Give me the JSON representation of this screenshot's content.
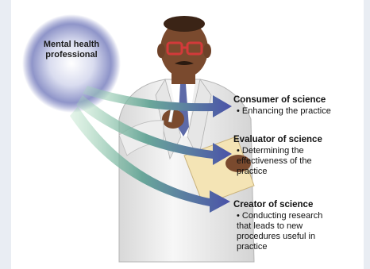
{
  "source_label": "Mental health professional",
  "roles": [
    {
      "title": "Consumer of science",
      "bullet": "Enhancing the practice"
    },
    {
      "title": "Evaluator of science",
      "bullet": "Determining the effectiveness of the practice"
    },
    {
      "title": "Creator of science",
      "bullet": "Conducting research that leads to new procedures useful in practice"
    }
  ],
  "colors": {
    "arrow": "#4a52a8",
    "arrow_tail": "#8ec9a6",
    "bubble_center": "#ffffff",
    "bubble_edge": "#6b72b8",
    "coat": "#f2f2f2",
    "skin": "#7a4a2e",
    "glasses": "#d23a3a",
    "clipboard": "#f4e4b5"
  }
}
